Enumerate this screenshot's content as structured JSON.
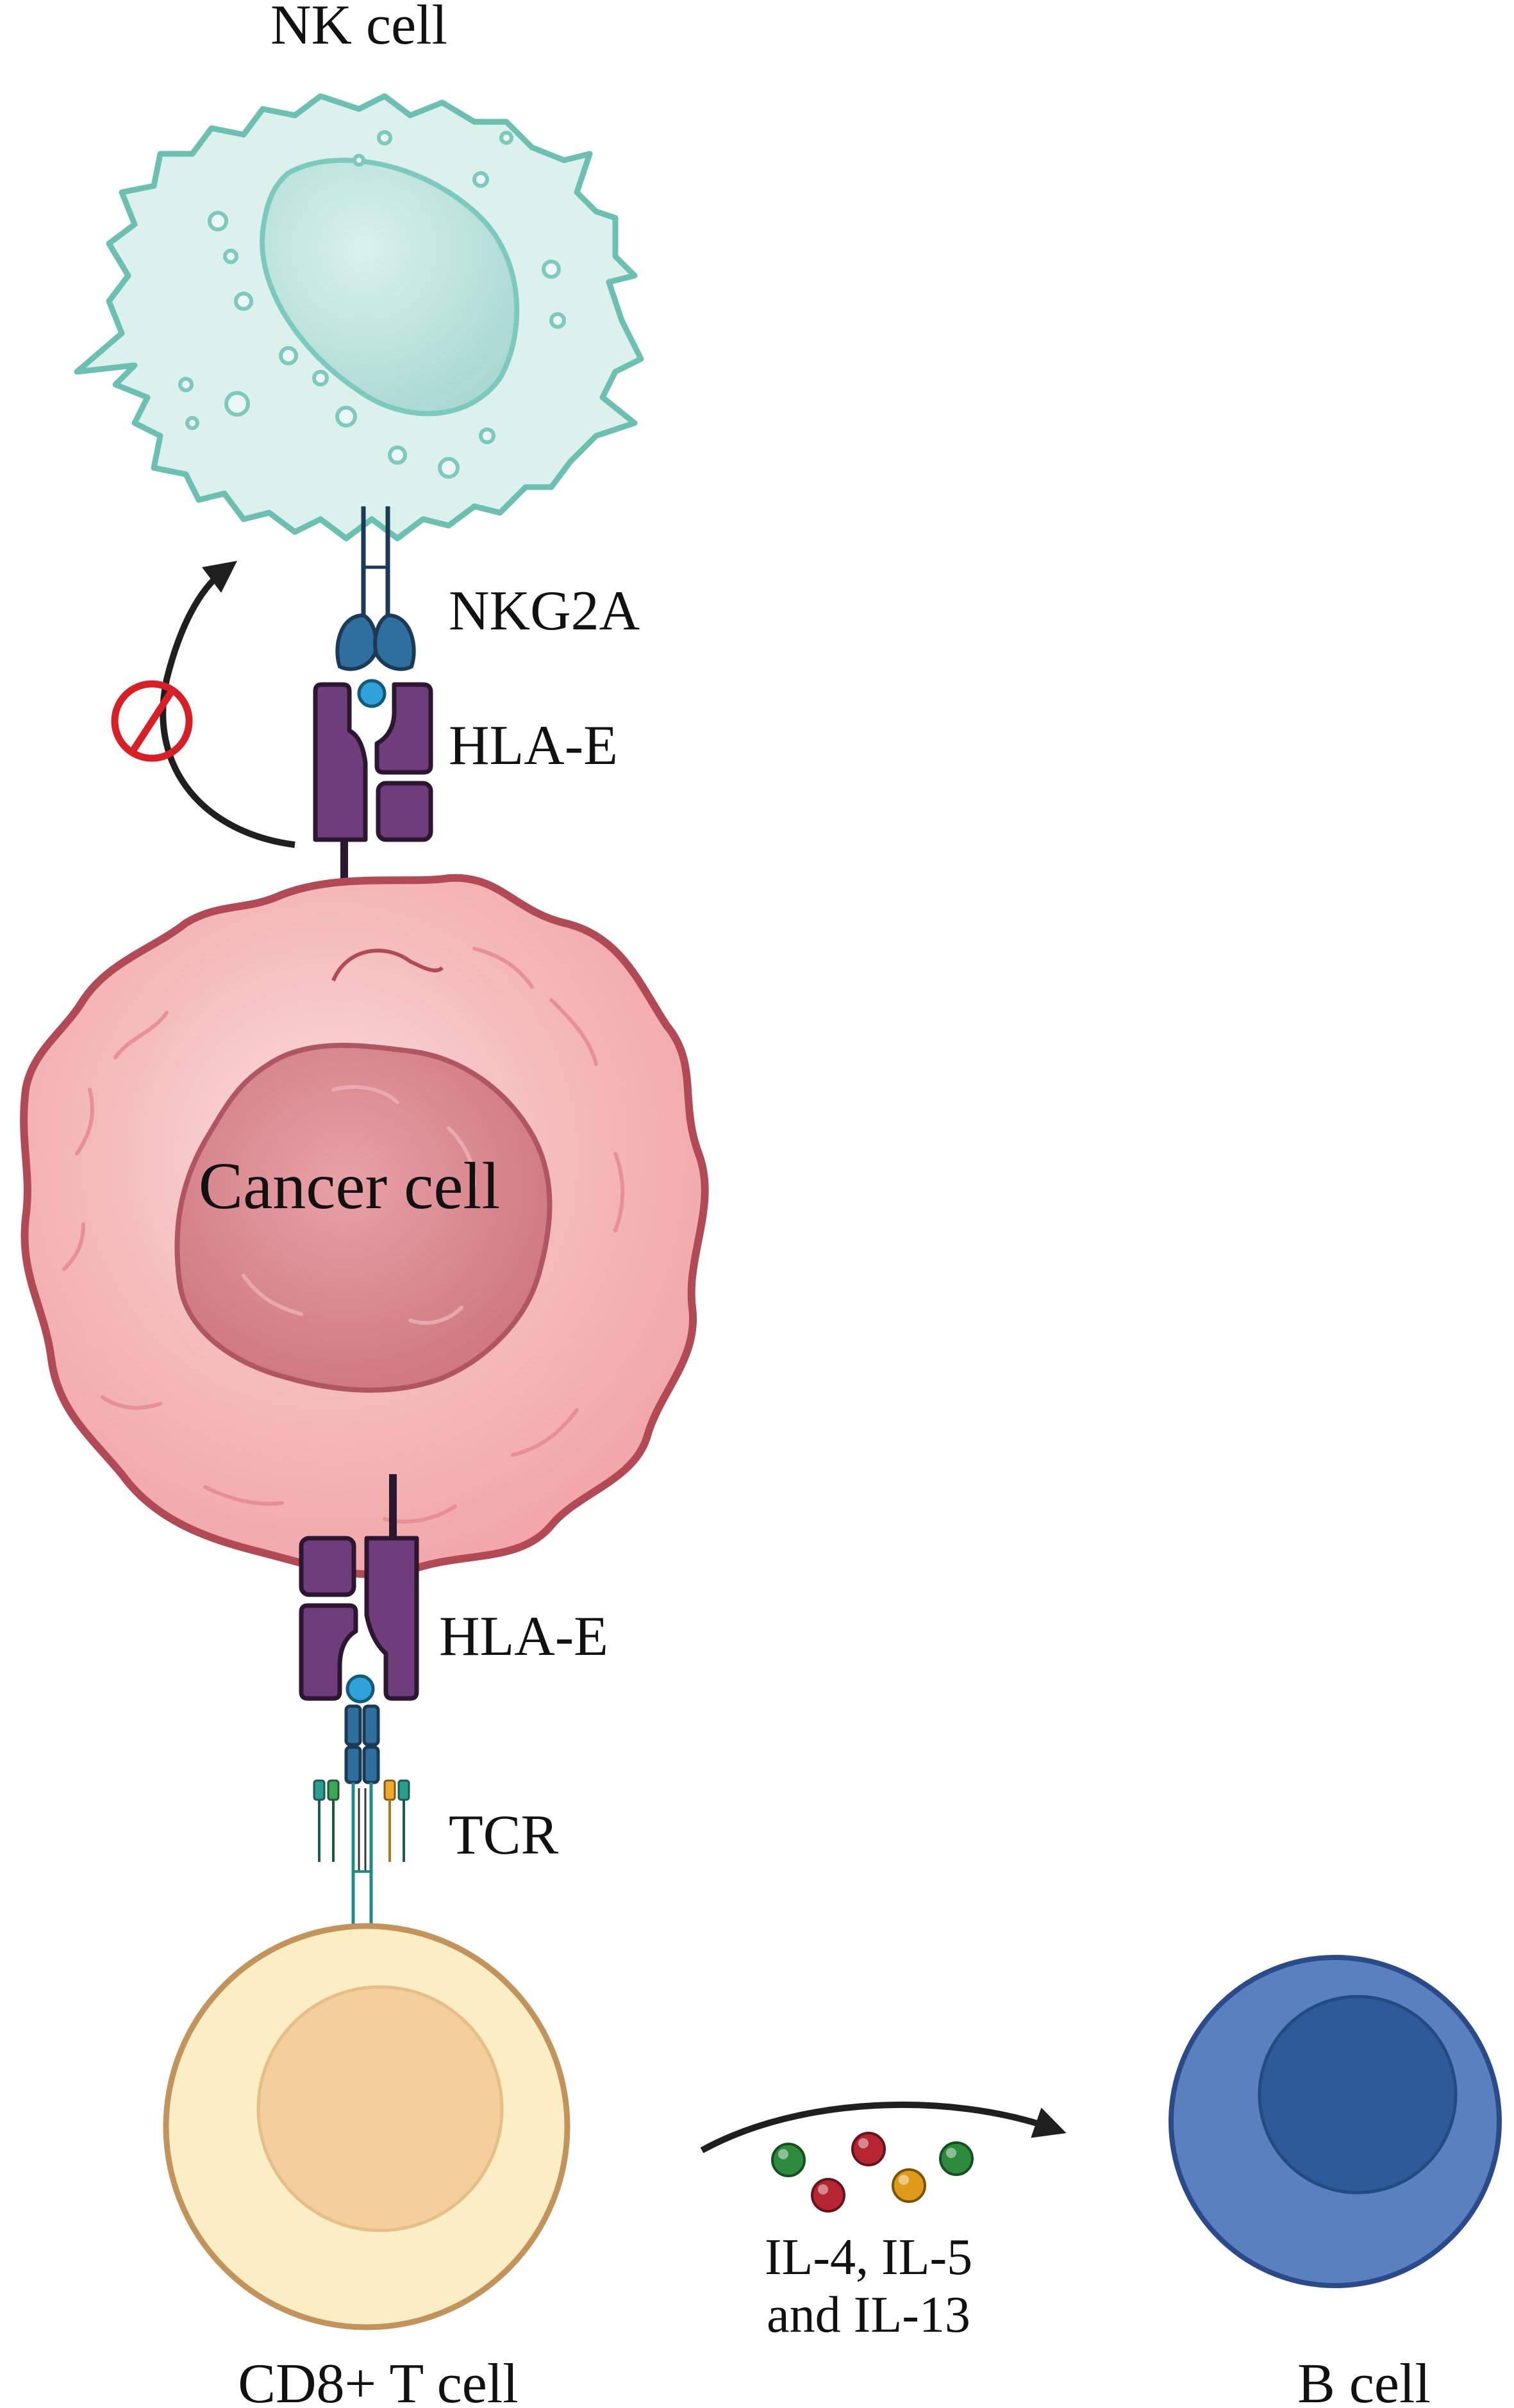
{
  "labels": {
    "nk_cell": "NK cell",
    "nkg2a": "NKG2A",
    "hla_e_top": "HLA-E",
    "cancer_cell": "Cancer cell",
    "hla_e_bottom": "HLA-E",
    "tcr": "TCR",
    "cd8_t_cell": "CD8+ T cell",
    "b_cell": "B cell",
    "cytokines_line1": "IL-4, IL-5",
    "cytokines_line2": "and IL-13"
  },
  "colors": {
    "nk_fill": "#d8efeb",
    "nk_stroke": "#6cc0b1",
    "nk_nucleus": "#b9e2dc",
    "cancer_fill": "#f5b8b8",
    "cancer_stroke": "#b24a55",
    "cancer_nucleus": "#d8868e",
    "hla_purple": "#6f3c7c",
    "hla_stroke": "#2b1730",
    "nkg2a_blue": "#2e6f9e",
    "peptide_blue": "#2fa3d8",
    "tcell_fill": "#fbeec4",
    "tcell_stroke": "#c2945c",
    "tcell_nucleus": "#f4cf9b",
    "bcell_fill": "#5b80bf",
    "bcell_stroke": "#2b4a8a",
    "bcell_nucleus": "#2f5a9a",
    "arrow": "#1f1f1f",
    "inhibit_red": "#d81f26",
    "cytokine_green": "#2e8b3e",
    "cytokine_red": "#b52632",
    "cytokine_orange": "#e09a1a"
  },
  "icons": {
    "inhibition": "no-symbol-icon",
    "arrows": "curved-arrow-icon"
  }
}
